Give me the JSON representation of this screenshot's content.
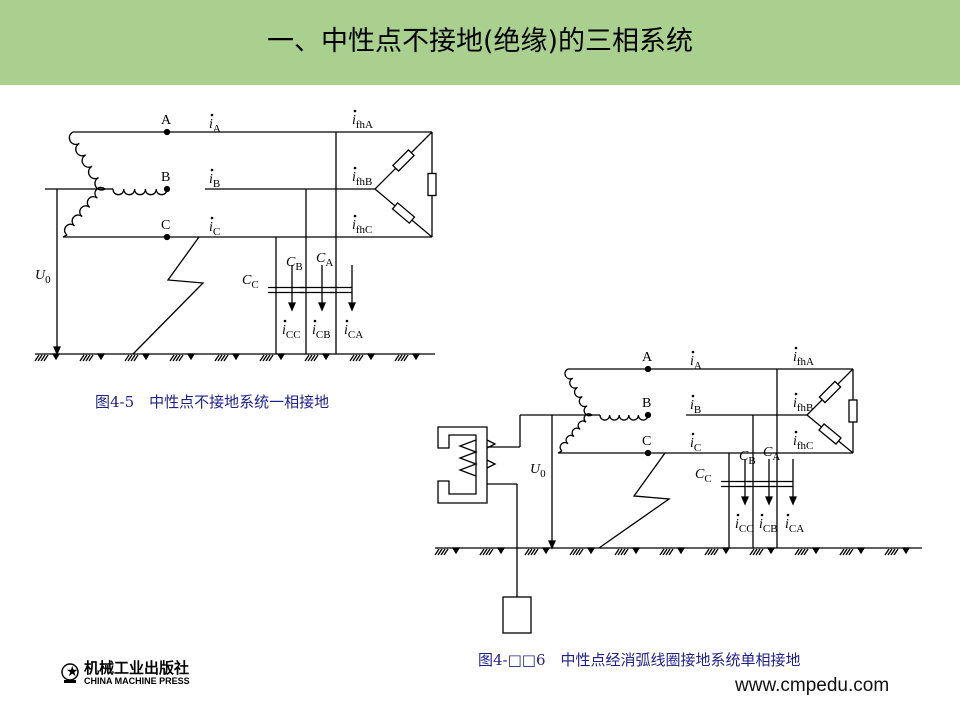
{
  "title": "一、中性点不接地(绝缘)的三相系统",
  "fig1": {
    "caption": "图4-5　中性点不接地系统一相接地",
    "labels": {
      "A": "A",
      "B": "B",
      "C": "C",
      "U0": "U",
      "U0sub": "0",
      "i": "i",
      "iA": "A",
      "iB": "B",
      "iC": "C",
      "ifhA": "fhA",
      "ifhB": "fhB",
      "ifhC": "fhC",
      "CA": "C",
      "CAsub": "A",
      "CB": "C",
      "CBsub": "B",
      "CC": "C",
      "CCsub": "C",
      "iCC": "CC",
      "iCB": "CB",
      "iCA": "CA"
    }
  },
  "fig2": {
    "caption": "图4-□□6　中性点经消弧线圈接地系统单相接地"
  },
  "footer": {
    "publisher_cn": "机械工业出版社",
    "publisher_en": "CHINA MACHINE PRESS",
    "url": "www.cmpedu.com"
  },
  "colors": {
    "title_bar": "#a9d08e",
    "caption": "#1f1f8f"
  }
}
